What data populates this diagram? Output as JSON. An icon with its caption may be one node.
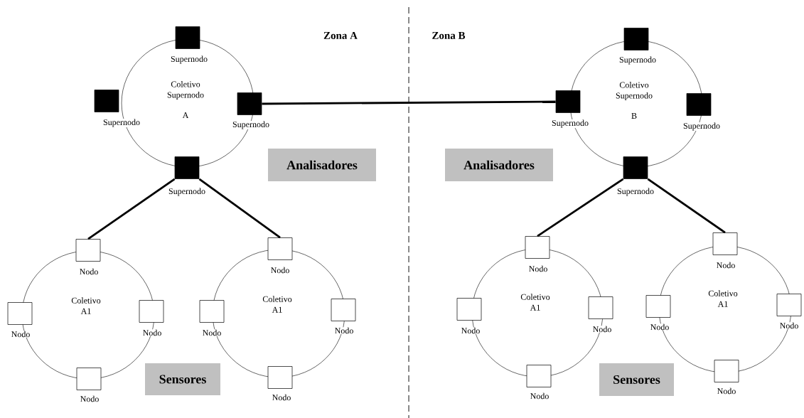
{
  "diagram": {
    "nodes": [
      {
        "text": [
          "Coletivo Supernodo",
          "A"
        ]
      },
      {
        "text": [],
        "shape": "box"
      },
      {
        "text": [
          "Supernodo"
        ]
      },
      {
        "text": [
          "Supernodo"
        ]
      },
      {
        "text": [
          "Supernodo"
        ]
      },
      {
        "text": [
          "Coletivo Supernodo",
          "B"
        ]
      },
      {
        "text": [],
        "shape": "box"
      },
      {
        "text": [
          "Supernodo"
        ]
      },
      {
        "text": [
          "Supernodo"
        ]
      },
      {
        "text": [
          "Supernodo"
        ]
      },
      {
        "text": [
          "Analisadores"
        ]
      },
      {
        "text": [
          "Analisadores"
        ]
      },
      {
        "text": [
          "Coletivo A1"
        ]
      },
      {
        "text": [],
        "shape": "box"
      },
      {
        "text": [
          "Nodo"
        ]
      },
      {
        "text": [
          "Nodo"
        ]
      },
      {
        "text": [
          "Nodo"
        ]
      },
      {
        "text": [
          "Coletivo A1"
        ]
      },
      {
        "text": [],
        "shape": "box"
      },
      {
        "text": [
          "Nodo"
        ]
      },
      {
        "text": [
          "Nodo"
        ]
      },
      {
        "text": [
          "Nodo"
        ]
      },
      {
        "text": [
          "Sensores"
        ]
      },
      {
        "text": [
          "Coletivo A1"
        ]
      },
      {
        "text": [],
        "shape": "box"
      },
      {
        "text": [
          "Nodo"
        ]
      },
      {
        "text": [
          "Nodo"
        ]
      },
      {
        "text": [
          "Nodo"
        ]
      },
      {
        "text": [
          "Sensores"
        ]
      },
      {
        "text": [
          "Coletivo A1"
        ]
      },
      {
        "text": [],
        "shape": "box"
      },
      {
        "text": [
          "Nodo"
        ]
      },
      {
        "text": [
          "Nodo"
        ]
      },
      {
        "text": [
          "Nodo"
        ]
      }
    ],
    "edges": [
      {
        "from": 3,
        "to": 7,
        "arrow": "none"
      },
      {
        "from": 4,
        "to": 13,
        "arrow": "none"
      },
      {
        "from": 4,
        "to": 18,
        "arrow": "none"
      },
      {
        "from": 9,
        "to": 24,
        "arrow": "none"
      },
      {
        "from": 9,
        "to": 30,
        "arrow": "none"
      }
    ],
    "labels": [
      "Zona A",
      "Zona B",
      "Supernodo",
      "Supernodo",
      "Nodo",
      "Nodo",
      "Nodo",
      "Nodo"
    ]
  }
}
